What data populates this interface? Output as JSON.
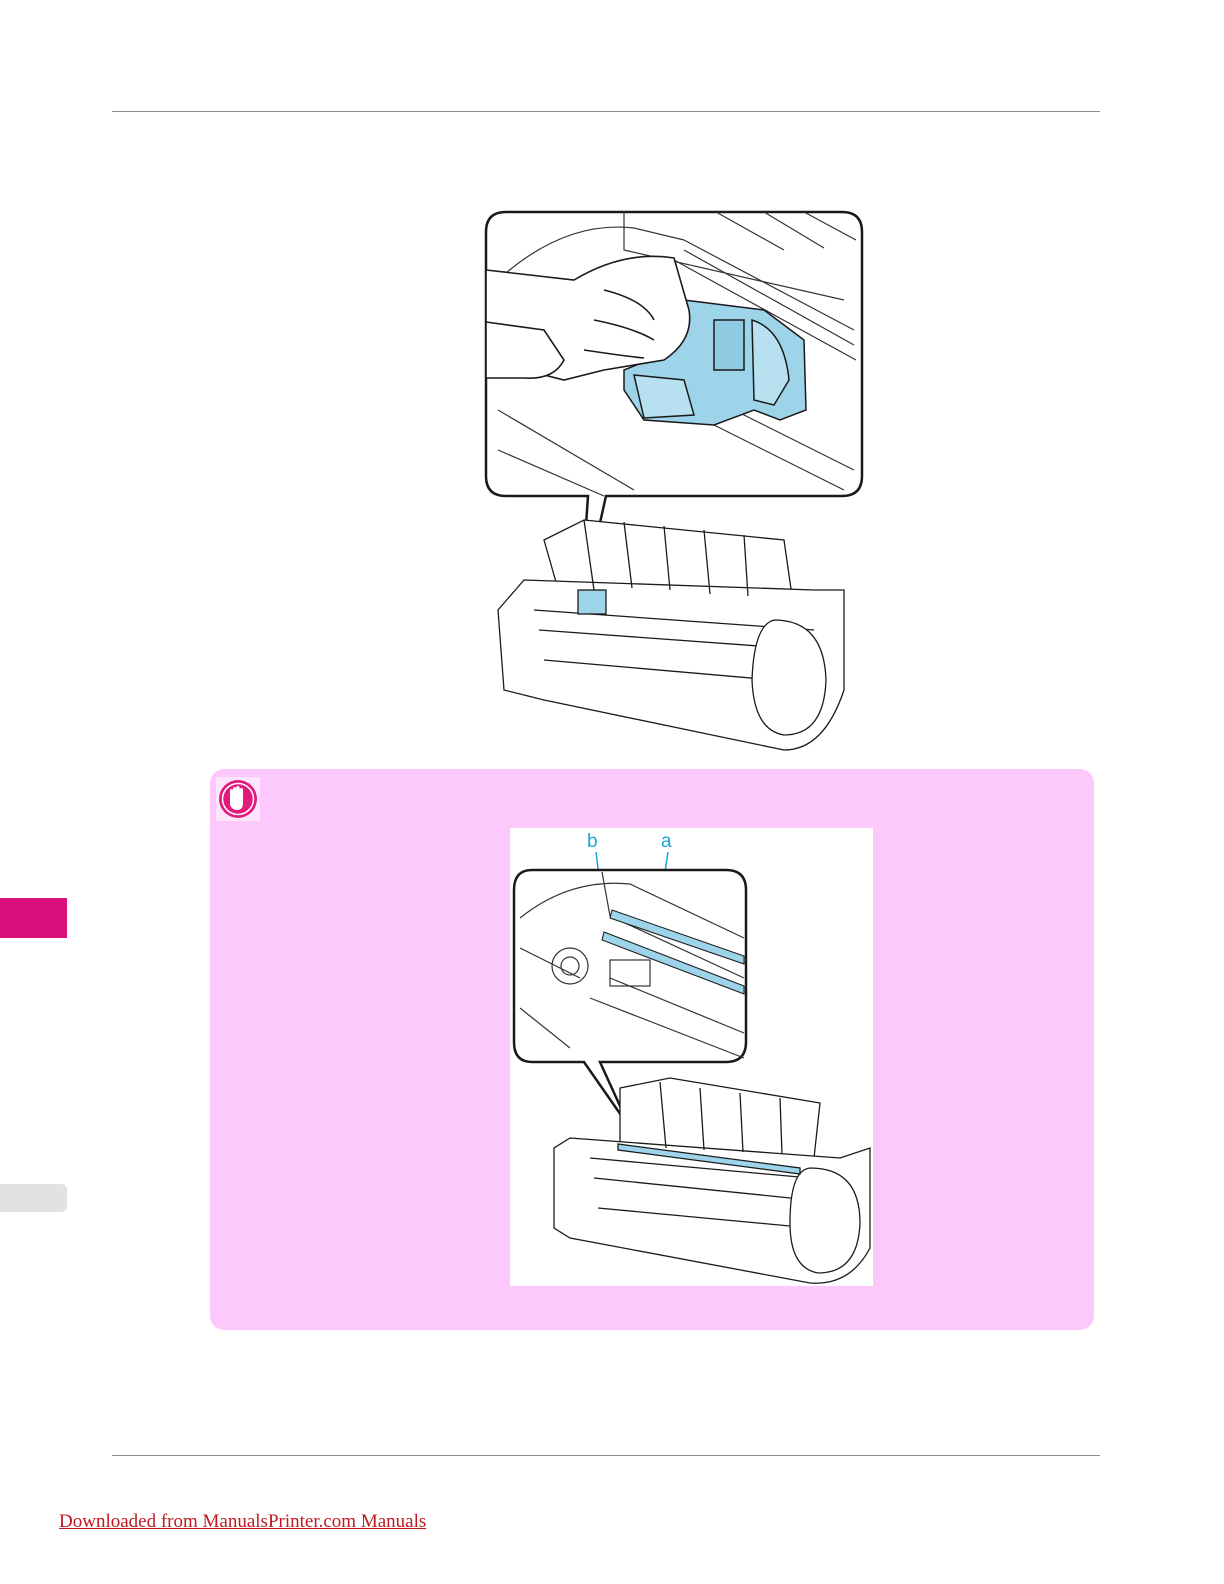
{
  "figure2": {
    "label_b": "b",
    "label_a": "a"
  },
  "footer": {
    "link_text": "Downloaded from ManualsPrinter.com Manuals"
  },
  "colors": {
    "note_background": "#fdc8fc",
    "highlight_blue": "#9ed4ea",
    "callout_blue": "#1aa6d8",
    "important_magenta": "#e4197f",
    "footer_red": "#c0191f"
  },
  "icons": {
    "important": "hand-stop-icon"
  }
}
